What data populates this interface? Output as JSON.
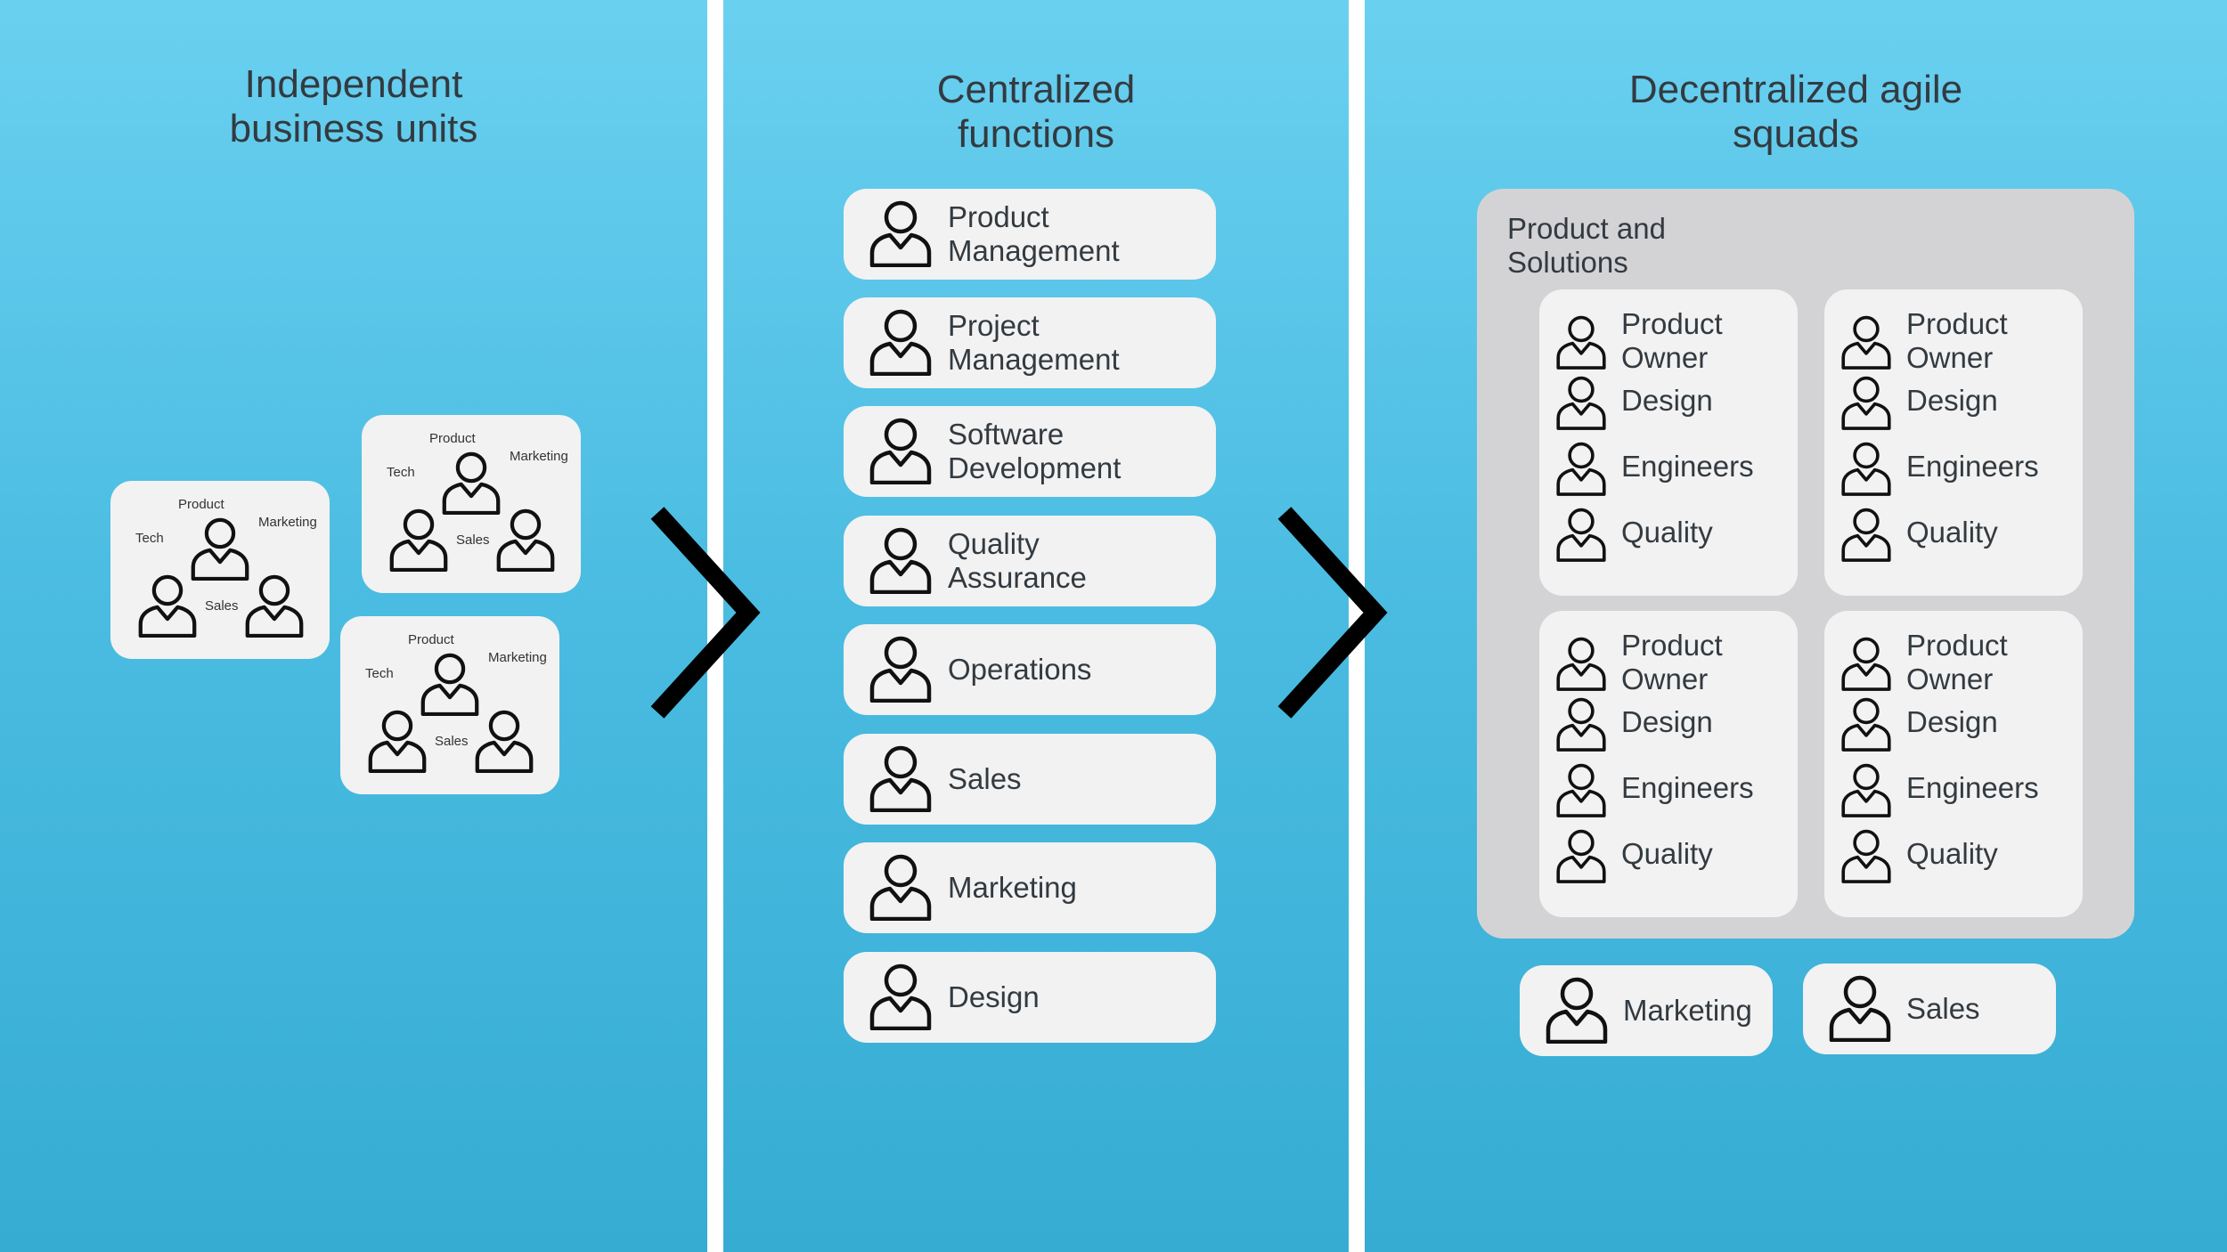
{
  "panels": {
    "independent": {
      "title": "Independent\nbusiness units",
      "unit_labels": {
        "product": "Product",
        "tech": "Tech",
        "marketing": "Marketing",
        "sales": "Sales"
      }
    },
    "centralized": {
      "title": "Centralized\nfunctions",
      "functions": [
        "Product\nManagement",
        "Project\nManagement",
        "Software\nDevelopment",
        "Quality\nAssurance",
        "Operations",
        "Sales",
        "Marketing",
        "Design"
      ]
    },
    "decentralized": {
      "title": "Decentralized agile\nsquads",
      "group_title": "Product and\nSolutions",
      "squad_roles": [
        "Product\nOwner",
        "Design",
        "Engineers",
        "Quality"
      ],
      "extras": [
        "Marketing",
        "Sales"
      ]
    }
  },
  "colors": {
    "panel_top": "#6ad0f0",
    "panel_bottom": "#36acd3",
    "card": "#f2f2f2",
    "group": "#d3d3d6",
    "chevron": "#000000"
  },
  "icons": {
    "person": "person-icon",
    "arrow": "chevron-right-icon"
  }
}
